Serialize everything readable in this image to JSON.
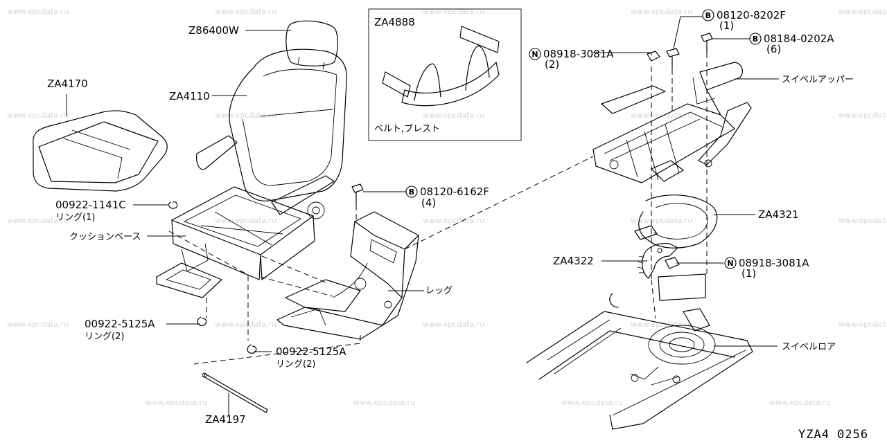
{
  "watermark": "www.epcdata.ru",
  "diagram_code": "YZA4 0256",
  "inset": {
    "code": "ZA4888",
    "caption": "ベルト,ブレスト"
  },
  "callouts": {
    "headrest": "Z86400W",
    "cushion": "ZA4170",
    "seat_back": "ZA4110",
    "ring_upper_no": "00922-1141C",
    "ring_upper_desc": "リング(1)",
    "cushion_base": "クッションベース",
    "ring_left_no": "00922-5125A",
    "ring_left_desc": "リング(2)",
    "ring_mid_no": "00922-5125A",
    "ring_mid_desc": "リング(2)",
    "rod": "ZA4197",
    "bolt_center_no": "08120-6162F",
    "bolt_center_qty": "(4)",
    "leg": "レッグ",
    "bolt_top_no": "08120-8202F",
    "bolt_top_qty": "(1)",
    "bolt_right_no": "08184-0202A",
    "bolt_right_qty": "(6)",
    "nut_top_no": "08918-3081A",
    "nut_top_qty": "(2)",
    "swivel_upper": "スイベルアッパー",
    "plate_right": "ZA4321",
    "gear_plate": "ZA4322",
    "nut_lower_no": "08918-3081A",
    "nut_lower_qty": "(1)",
    "swivel_lower": "スイベルロア"
  },
  "markers": {
    "bolt": "B",
    "nut": "N"
  }
}
